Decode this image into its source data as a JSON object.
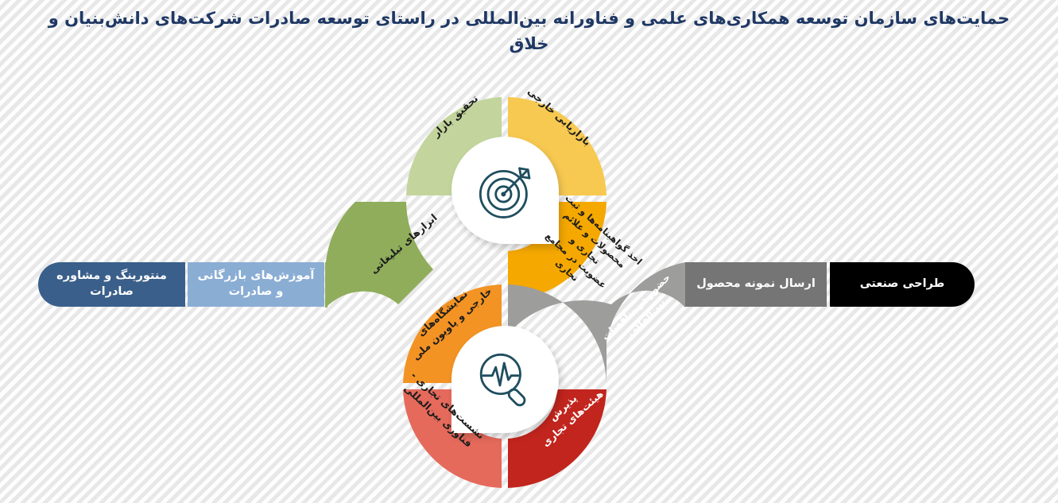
{
  "page": {
    "title": "حمایت‌های سازمان توسعه همکاری‌های علمی و فناورانه بین‌المللی در راستای توسعه صادرات شرکت‌های دانش‌بنیان و خلاق",
    "title_color": "#1f3864",
    "background_color": "#f0f0f0"
  },
  "side_boxes": {
    "left": [
      {
        "label": "منتورینگ و مشاوره صادرات",
        "color": "#3a5f8a",
        "text_color": "#ffffff"
      },
      {
        "label": "آموزش‌های بازرگانی و صادرات",
        "color": "#8aadd4",
        "text_color": "#ffffff"
      }
    ],
    "right": [
      {
        "label": "ارسال نمونه محصول",
        "color": "#757575",
        "text_color": "#ffffff"
      },
      {
        "label": "طراحی صنعتی",
        "color": "#000000",
        "text_color": "#ffffff"
      }
    ]
  },
  "rings": {
    "top": {
      "icon": "target-arrow-icon",
      "icon_color": "#1f4e5f",
      "segments": [
        {
          "id": "market-research",
          "label": "تحقیق بازار",
          "color": "#c3d59d",
          "text_color": "#1d1d1b"
        },
        {
          "id": "advertising-tools",
          "label": "ابزارهای تبلیغاتی",
          "color": "#8fad5b",
          "text_color": "#1d1d1b"
        },
        {
          "id": "foreign-marketing",
          "label": "بازاریابی خارجی",
          "color": "#f7c951",
          "text_color": "#1d1d1b"
        },
        {
          "id": "certificates-trademarks",
          "label": "اخذ گواهینامه‌ها و ثبت\nمحصولات و علائم تجاری و\nعضویت در مجامع تجاری",
          "color": "#f5a800",
          "text_color": "#1d1d1b"
        }
      ]
    },
    "bottom": {
      "icon": "magnifier-pulse-icon",
      "icon_color": "#1f4e5f",
      "segments": [
        {
          "id": "foreign-exhibitions",
          "label": "نمایشگاه‌های\nخارجی و پاویون ملی",
          "color": "#f39324",
          "text_color": "#1d1d1b"
        },
        {
          "id": "business-tech-meetings",
          "label": "نشست‌های تجاری -\nفناوری بین‌المللی",
          "color": "#e56a5c",
          "text_color": "#1d1d1b"
        },
        {
          "id": "international-tenders",
          "label": "حضور در مناقصات\nبین‌المللی",
          "color": "#9d9d9c",
          "text_color": "#ffffff"
        },
        {
          "id": "trade-delegations",
          "label": "پذیرش\nهیئت‌های تجاری",
          "color": "#c1251d",
          "text_color": "#ffffff"
        }
      ]
    }
  }
}
